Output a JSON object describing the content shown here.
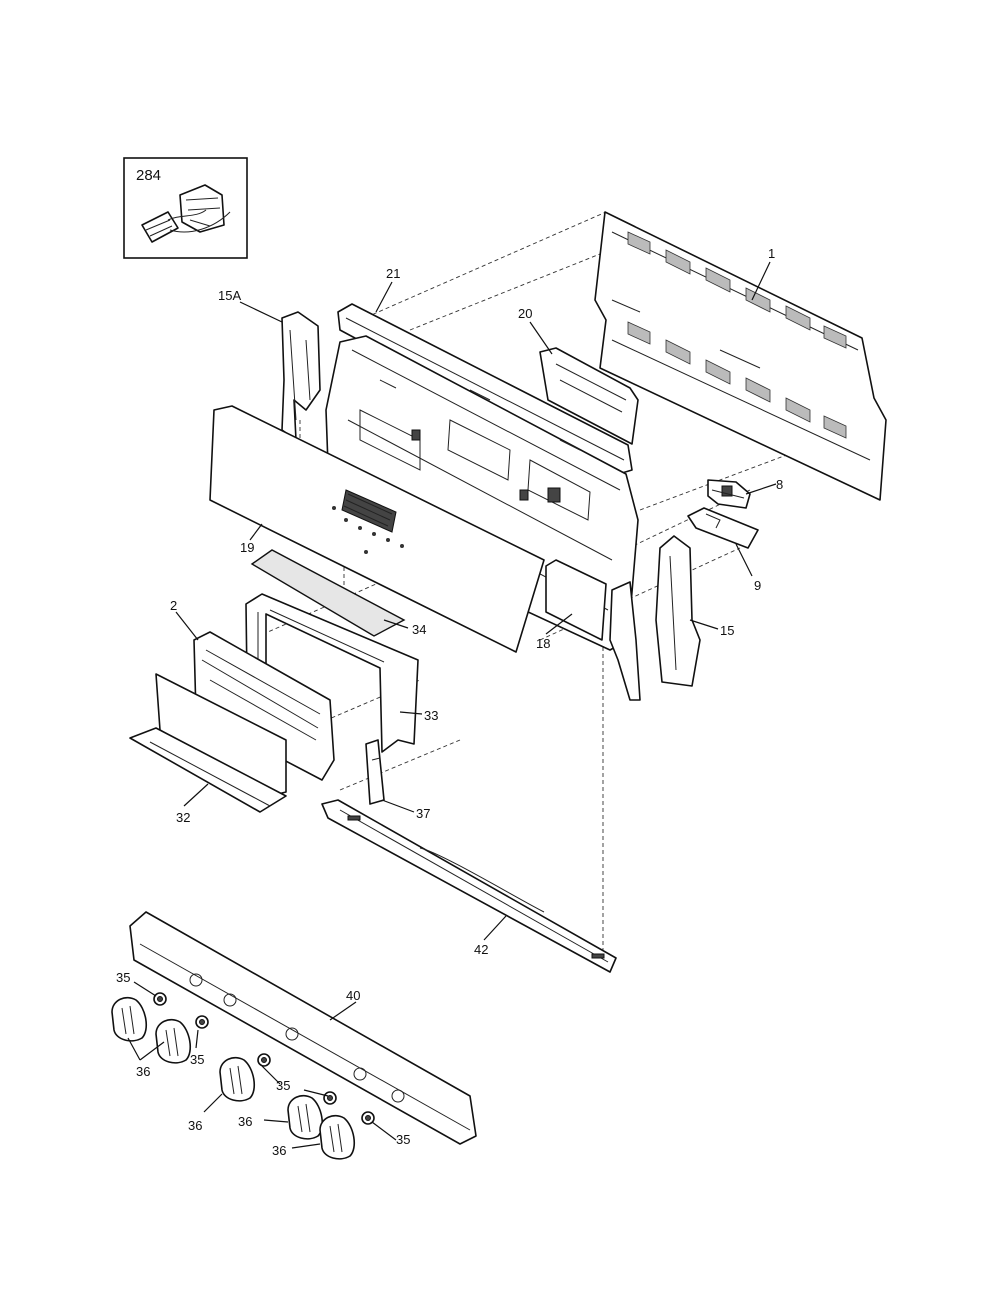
{
  "callouts": {
    "p284": "284",
    "p1": "1",
    "p21": "21",
    "p15a": "15A",
    "p20": "20",
    "p8": "8",
    "p9": "9",
    "p19": "19",
    "p15": "15",
    "p18": "18",
    "p2": "2",
    "p34": "34",
    "p33": "33",
    "p32": "32",
    "p37": "37",
    "p42": "42",
    "p40": "40",
    "p35a": "35",
    "p35b": "35",
    "p35c": "35",
    "p35d": "35",
    "p36a": "36",
    "p36b": "36",
    "p36c": "36",
    "p36d": "36"
  }
}
